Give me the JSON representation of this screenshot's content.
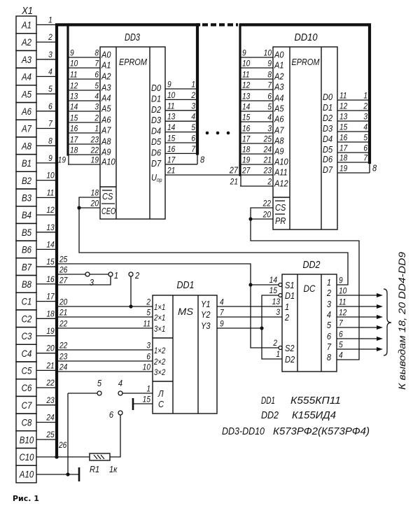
{
  "colors": {
    "ink": "#111111",
    "paper": "#ffffff"
  },
  "figure": {
    "caption": "Рис. 1"
  },
  "connector": {
    "ref": "X1",
    "contacts": [
      "A1",
      "A2",
      "A3",
      "A4",
      "A5",
      "A6",
      "A7",
      "A8",
      "B1",
      "B2",
      "B3",
      "B4",
      "B5",
      "B6",
      "B7",
      "B8",
      "C1",
      "C2",
      "C3",
      "C4",
      "C5",
      "C6",
      "C7",
      "C8",
      "B10",
      "C10",
      "A10"
    ],
    "wires": [
      "1",
      "2",
      "3",
      "4",
      "5",
      "6",
      "7",
      "8",
      "9",
      "10",
      "11",
      "12",
      "13",
      "14",
      "15",
      "16",
      "17",
      "18",
      "19",
      "20",
      "21",
      "22",
      "23",
      "24",
      "25"
    ],
    "c10_wire": "26"
  },
  "bus_taps": {
    "to_jumpers": [
      "25",
      "26",
      "27"
    ],
    "to_dd1_x1": [
      "20",
      "21",
      "22"
    ],
    "to_dd1_x2": [
      "22",
      "23",
      "24"
    ]
  },
  "dd3": {
    "ref": "DD3",
    "type": "EPROM",
    "address": [
      {
        "name": "A0",
        "pin": "8",
        "wire": "9"
      },
      {
        "name": "A1",
        "pin": "7",
        "wire": "10"
      },
      {
        "name": "A2",
        "pin": "6",
        "wire": "11"
      },
      {
        "name": "A3",
        "pin": "5",
        "wire": "12"
      },
      {
        "name": "A4",
        "pin": "4",
        "wire": "13"
      },
      {
        "name": "A5",
        "pin": "3",
        "wire": "14"
      },
      {
        "name": "A6",
        "pin": "2",
        "wire": "15"
      },
      {
        "name": "A7",
        "pin": "1",
        "wire": "16"
      },
      {
        "name": "A8",
        "pin": "23",
        "wire": "17"
      },
      {
        "name": "A9",
        "pin": "22",
        "wire": "18"
      },
      {
        "name": "A10",
        "pin": "19",
        "wire": "19"
      }
    ],
    "data": [
      {
        "name": "D0",
        "pin": "9",
        "wire": "1"
      },
      {
        "name": "D1",
        "pin": "10",
        "wire": "2"
      },
      {
        "name": "D2",
        "pin": "11",
        "wire": "3"
      },
      {
        "name": "D3",
        "pin": "13",
        "wire": "4"
      },
      {
        "name": "D4",
        "pin": "14",
        "wire": "5"
      },
      {
        "name": "D5",
        "pin": "15",
        "wire": "6"
      },
      {
        "name": "D6",
        "pin": "16",
        "wire": "7"
      },
      {
        "name": "D7",
        "pin": "17",
        "wire": "8"
      }
    ],
    "vpp": {
      "name": "U",
      "name_sub": "пр",
      "pin": "21",
      "wire": "27"
    },
    "cs": {
      "name": "CS",
      "pin": "18"
    },
    "oe": {
      "name": "CEO",
      "pin": "20"
    }
  },
  "dd10": {
    "ref": "DD10",
    "type": "EPROM",
    "address": [
      {
        "name": "A0",
        "pin": "10",
        "wire": "9"
      },
      {
        "name": "A1",
        "pin": "9",
        "wire": "10"
      },
      {
        "name": "A2",
        "pin": "8",
        "wire": "11"
      },
      {
        "name": "A3",
        "pin": "7",
        "wire": "12"
      },
      {
        "name": "A4",
        "pin": "6",
        "wire": "13"
      },
      {
        "name": "A5",
        "pin": "5",
        "wire": "14"
      },
      {
        "name": "A6",
        "pin": "4",
        "wire": "15"
      },
      {
        "name": "A7",
        "pin": "3",
        "wire": "16"
      },
      {
        "name": "A8",
        "pin": "25",
        "wire": "17"
      },
      {
        "name": "A9",
        "pin": "24",
        "wire": "18"
      },
      {
        "name": "A10",
        "pin": "21",
        "wire": "19"
      },
      {
        "name": "A11",
        "pin": "23",
        "wire": "27"
      },
      {
        "name": "A12",
        "pin": "2",
        "wire": "21"
      }
    ],
    "data": [
      {
        "name": "D0",
        "pin": "11",
        "wire": "1"
      },
      {
        "name": "D1",
        "pin": "12",
        "wire": "2"
      },
      {
        "name": "D2",
        "pin": "13",
        "wire": "3"
      },
      {
        "name": "D3",
        "pin": "15",
        "wire": "4"
      },
      {
        "name": "D4",
        "pin": "16",
        "wire": "5"
      },
      {
        "name": "D5",
        "pin": "17",
        "wire": "6"
      },
      {
        "name": "D6",
        "pin": "18",
        "wire": "7"
      },
      {
        "name": "D7",
        "pin": "19",
        "wire": "8"
      }
    ],
    "cs": {
      "name": "CS",
      "pin": "22"
    },
    "pr": {
      "name": "PR",
      "pin": "20"
    }
  },
  "dd1": {
    "ref": "DD1",
    "type": "MS",
    "inputs": [
      {
        "name": "1×1",
        "pin": "2"
      },
      {
        "name": "2×1",
        "pin": "5"
      },
      {
        "name": "3×1",
        "pin": "11"
      },
      {
        "name": "1×2",
        "pin": "3"
      },
      {
        "name": "2×2",
        "pin": "6"
      },
      {
        "name": "3×2",
        "pin": "10"
      }
    ],
    "control": [
      {
        "name": "Л",
        "pin": "1"
      },
      {
        "name": "C",
        "pin": "15"
      }
    ],
    "outputs": [
      {
        "name": "Y1",
        "pin": "4"
      },
      {
        "name": "Y2",
        "pin": "7"
      },
      {
        "name": "Y3",
        "pin": "9"
      }
    ]
  },
  "dd2": {
    "ref": "DD2",
    "type": "DC",
    "inputs": [
      {
        "name": "S1",
        "pin": "14"
      },
      {
        "name": "D1",
        "pin": "15"
      },
      {
        "name": "1",
        "pin": "13"
      },
      {
        "name": "2",
        "pin": "3"
      },
      {
        "name": "S2",
        "pin": "2"
      },
      {
        "name": "D2",
        "pin": "1"
      }
    ],
    "outputs": [
      {
        "name": "1",
        "pin": "9"
      },
      {
        "name": "2",
        "pin": "10"
      },
      {
        "name": "3",
        "pin": "11"
      },
      {
        "name": "4",
        "pin": "12"
      },
      {
        "name": "5",
        "pin": "7"
      },
      {
        "name": "6",
        "pin": "6"
      },
      {
        "name": "7",
        "pin": "5"
      },
      {
        "name": "8",
        "pin": "4"
      }
    ]
  },
  "contacts": {
    "jumper": "3",
    "t1": "1",
    "t2": "2",
    "t4": "4",
    "t5": "5",
    "t6": "6"
  },
  "resistor": {
    "ref": "R1",
    "value": "1к"
  },
  "legend": [
    {
      "ref": "DD1",
      "part": "К555КП11"
    },
    {
      "ref": "DD2",
      "part": "К155ИД4"
    },
    {
      "ref": "DD3-DD10",
      "part": "К573РФ2(К573РФ4)"
    }
  ],
  "output_note": "К выводам 18, 20 DD4-DD9"
}
